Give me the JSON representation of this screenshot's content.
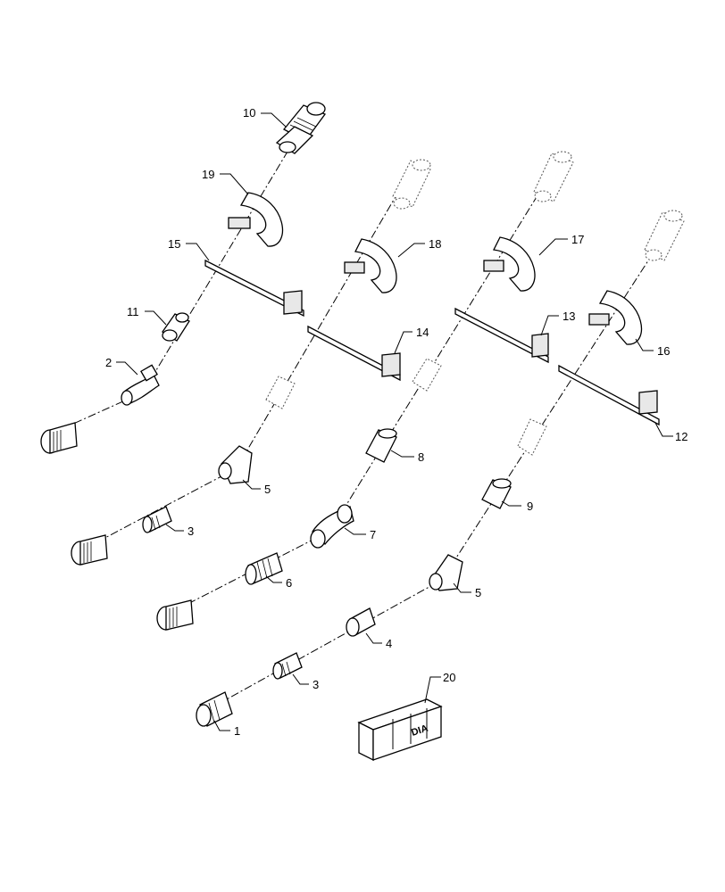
{
  "callouts": {
    "c1": "1",
    "c2": "2",
    "c3a": "3",
    "c3b": "3",
    "c4": "4",
    "c5a": "5",
    "c5b": "5",
    "c6": "6",
    "c7": "7",
    "c8": "8",
    "c9": "9",
    "c10": "10",
    "c11": "11",
    "c12": "12",
    "c13": "13",
    "c14": "14",
    "c15": "15",
    "c16": "16",
    "c17": "17",
    "c18": "18",
    "c19": "19",
    "c20": "20"
  },
  "crate": {
    "label": "DIA"
  }
}
